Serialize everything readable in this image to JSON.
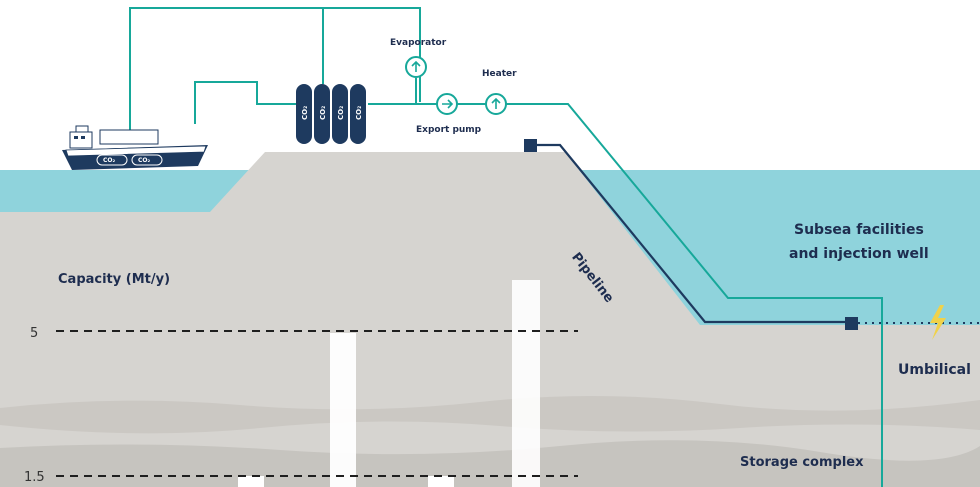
{
  "labels": {
    "evaporator": "Evaporator",
    "heater": "Heater",
    "export_pump": "Export pump",
    "pipeline": "Pipeline",
    "subsea_line1": "Subsea facilities",
    "subsea_line2": "and injection well",
    "umbilical": "Umbilical",
    "storage_complex": "Storage complex",
    "capacity": "Capacity (Mt/y)"
  },
  "capacity_ticks": [
    "5",
    "1.5"
  ],
  "tank_label": "CO₂",
  "ship_tank_labels": [
    "CO₂",
    "CO₂"
  ],
  "colors": {
    "sea": "#8fd3dc",
    "ground": "#d6d4d0",
    "ground_dark": "#c9c6c1",
    "pipe_teal": "#17a89a",
    "navy": "#1e3a5f",
    "lightning": "#f0d24a"
  },
  "icons": [
    "ship-icon",
    "storage-tank-icon",
    "pump-arrow-icon",
    "lightning-icon",
    "subsea-node-icon"
  ]
}
